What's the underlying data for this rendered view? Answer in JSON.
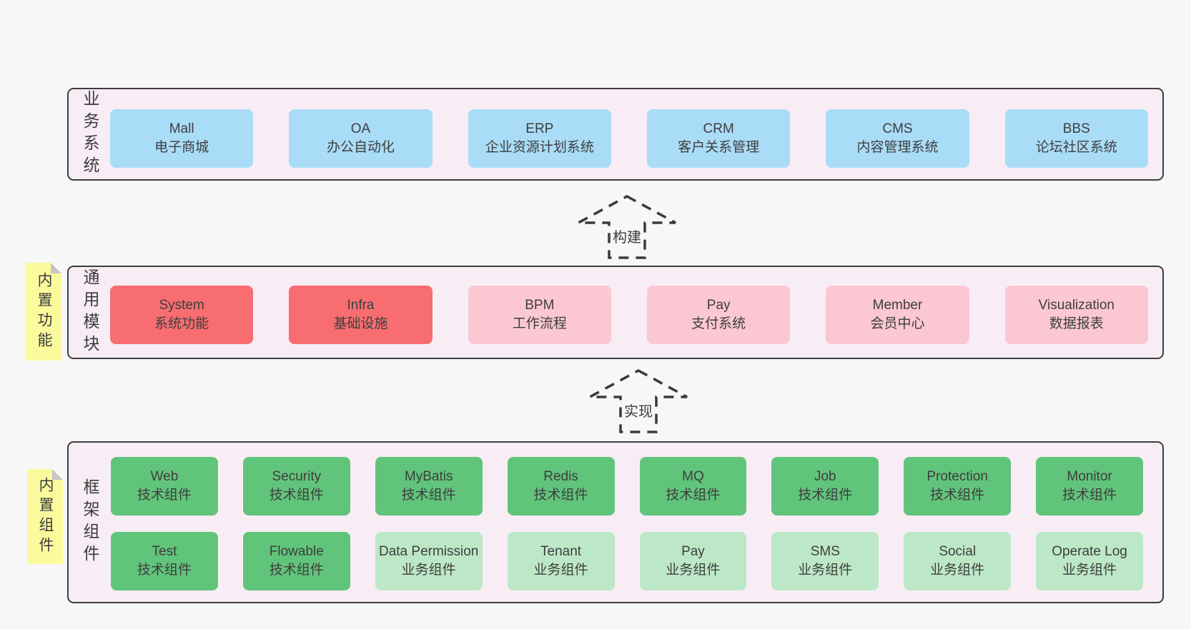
{
  "arrows": {
    "build": {
      "label": "构建"
    },
    "implement": {
      "label": "实现"
    }
  },
  "notes": {
    "functions": {
      "label": "内置功能"
    },
    "components": {
      "label": "内置组件"
    }
  },
  "bands": {
    "business": {
      "label": "业务系统",
      "items": [
        {
          "name": "Mall",
          "desc": "电子商城",
          "variant": "blue"
        },
        {
          "name": "OA",
          "desc": "办公自动化",
          "variant": "blue"
        },
        {
          "name": "ERP",
          "desc": "企业资源计划系统",
          "variant": "blue"
        },
        {
          "name": "CRM",
          "desc": "客户关系管理",
          "variant": "blue"
        },
        {
          "name": "CMS",
          "desc": "内容管理系统",
          "variant": "blue"
        },
        {
          "name": "BBS",
          "desc": "论坛社区系统",
          "variant": "blue"
        }
      ]
    },
    "modules": {
      "label": "通用模块",
      "items": [
        {
          "name": "System",
          "desc": "系统功能",
          "variant": "red"
        },
        {
          "name": "Infra",
          "desc": "基础设施",
          "variant": "red"
        },
        {
          "name": "BPM",
          "desc": "工作流程",
          "variant": "pink"
        },
        {
          "name": "Pay",
          "desc": "支付系统",
          "variant": "pink"
        },
        {
          "name": "Member",
          "desc": "会员中心",
          "variant": "pink"
        },
        {
          "name": "Visualization",
          "desc": "数据报表",
          "variant": "pink"
        }
      ]
    },
    "components": {
      "label": "框架组件",
      "row1": [
        {
          "name": "Web",
          "desc": "技术组件",
          "variant": "green"
        },
        {
          "name": "Security",
          "desc": "技术组件",
          "variant": "green"
        },
        {
          "name": "MyBatis",
          "desc": "技术组件",
          "variant": "green"
        },
        {
          "name": "Redis",
          "desc": "技术组件",
          "variant": "green"
        },
        {
          "name": "MQ",
          "desc": "技术组件",
          "variant": "green"
        },
        {
          "name": "Job",
          "desc": "技术组件",
          "variant": "green"
        },
        {
          "name": "Protection",
          "desc": "技术组件",
          "variant": "green"
        },
        {
          "name": "Monitor",
          "desc": "技术组件",
          "variant": "green"
        }
      ],
      "row2": [
        {
          "name": "Test",
          "desc": "技术组件",
          "variant": "green"
        },
        {
          "name": "Flowable",
          "desc": "技术组件",
          "variant": "green"
        },
        {
          "name": "Data Permission",
          "desc": "业务组件",
          "variant": "green-light"
        },
        {
          "name": "Tenant",
          "desc": "业务组件",
          "variant": "green-light"
        },
        {
          "name": "Pay",
          "desc": "业务组件",
          "variant": "green-light"
        },
        {
          "name": "SMS",
          "desc": "业务组件",
          "variant": "green-light"
        },
        {
          "name": "Social",
          "desc": "业务组件",
          "variant": "green-light"
        },
        {
          "name": "Operate Log",
          "desc": "业务组件",
          "variant": "green-light"
        }
      ]
    }
  },
  "colors": {
    "page_bg": "#f7f7f7",
    "band_bg": "#f8edf5",
    "band_border": "#3d3d3d",
    "blue": "#a9dcf7",
    "red": "#f76d70",
    "pink": "#fbc7d3",
    "green": "#61c47b",
    "green_light": "#bde8c7",
    "note_yellow": "#fbfa9c",
    "note_fold": "#c6c6c6",
    "text": "#3e3e3e"
  }
}
